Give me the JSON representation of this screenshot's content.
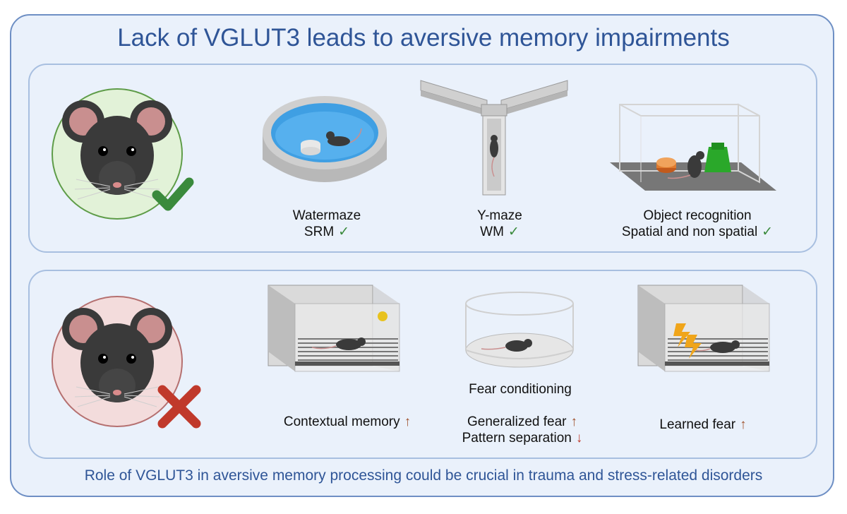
{
  "title": "Lack of VGLUT3 leads to aversive memory impairments",
  "top_panel": {
    "status": "check",
    "tests": [
      {
        "line1": "Watermaze",
        "line2": "SRM",
        "mark": "✓"
      },
      {
        "line1": "Y-maze",
        "line2": "WM",
        "mark": "✓"
      },
      {
        "line1": "Object recognition",
        "line2": "Spatial and non spatial",
        "mark": "✓"
      }
    ]
  },
  "bottom_panel": {
    "status": "cross",
    "group_label": "Fear conditioning",
    "tests": [
      {
        "line1": "Contextual memory",
        "mark": "↑"
      },
      {
        "line1": "Generalized fear",
        "mark1": "↑",
        "line2": "Pattern separation",
        "mark2": "↓"
      },
      {
        "line1": "Learned fear",
        "mark": "↑"
      }
    ]
  },
  "footer": "Role of VGLUT3 in aversive memory processing could be crucial in trauma and stress-related disorders",
  "colors": {
    "title": "#2f5597",
    "outer_border": "#6e8fc4",
    "panel_border": "#a8bfe0",
    "background": "#eaf1fb",
    "check": "#3a8a3c",
    "cross": "#c0392b",
    "arrow": "#a0522d",
    "mouse": "#3a3a3a",
    "water": "#3f9fe3"
  }
}
